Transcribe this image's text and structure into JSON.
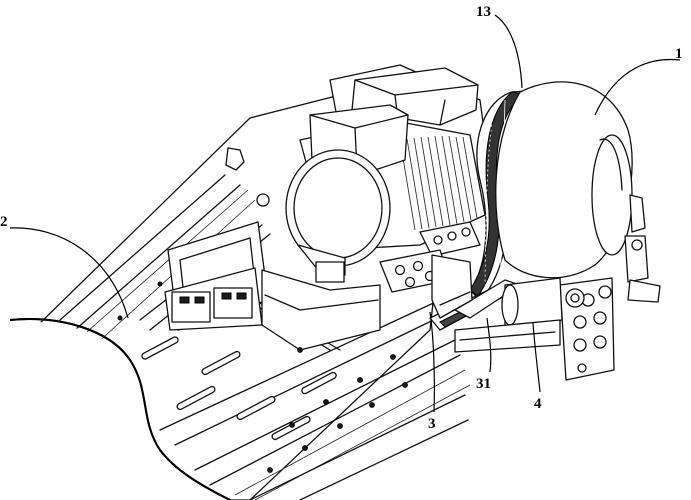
{
  "labels": {
    "ref_1": "1",
    "ref_2": "2",
    "ref_3": "3",
    "ref_4": "4",
    "ref_13": "13",
    "ref_31": "31"
  }
}
